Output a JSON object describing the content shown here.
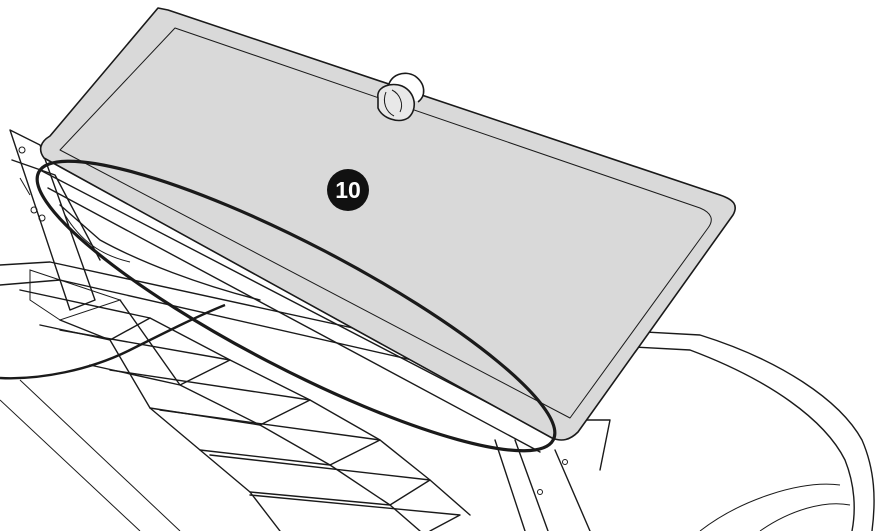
{
  "figure": {
    "step_number": "10",
    "colors": {
      "cover_fill": "#d9d9d9",
      "line": "#1a1a1a",
      "highlight_outline": "#1a1a1a",
      "callout_fill": "#111111",
      "callout_text": "#ffffff"
    },
    "icon_names": [
      "hinged-cover",
      "cover-handle",
      "roll-holder-axis",
      "paper-guide-slats",
      "highlight-ellipse",
      "step-callout-badge",
      "side-frame",
      "printer-body",
      "cable"
    ]
  }
}
